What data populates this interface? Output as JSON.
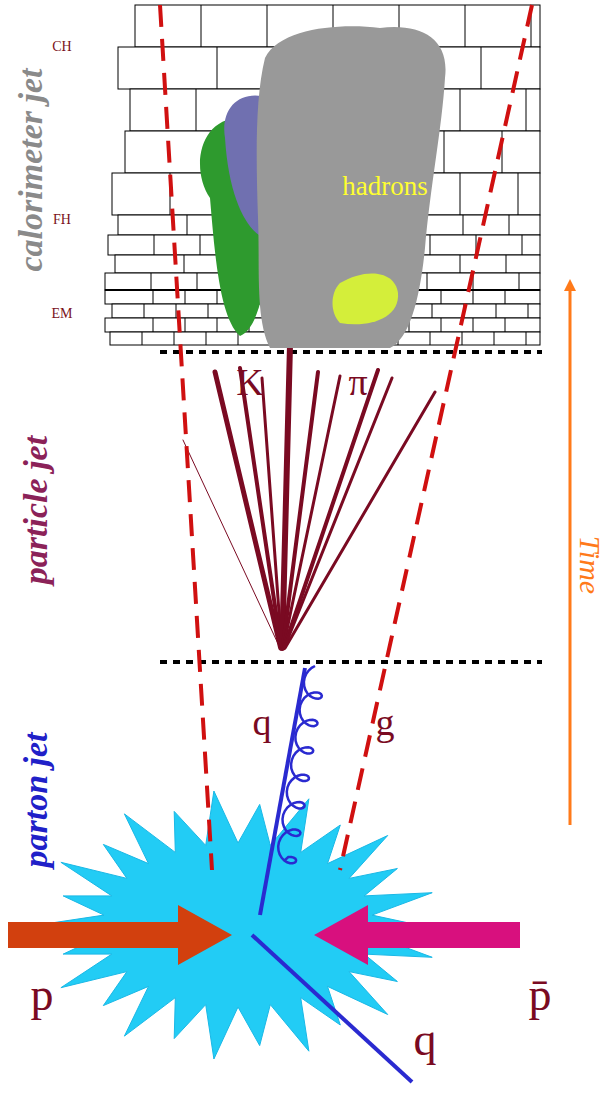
{
  "diagram": {
    "nodes": [
      {
        "text": [
          "hadrons"
        ]
      }
    ],
    "labels": [
      "calorimeter jet",
      "CH",
      "FH",
      "EM",
      "K",
      "π",
      "particle jet",
      "Time",
      "q",
      "g",
      "parton jet",
      "p",
      "p̄",
      "q"
    ]
  }
}
